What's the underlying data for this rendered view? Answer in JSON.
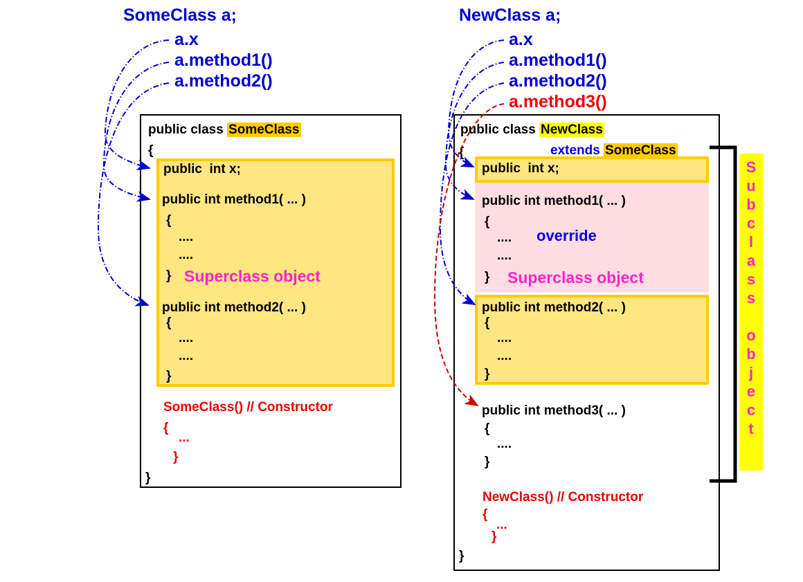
{
  "left_panel": {
    "declaration": "SomeClass a;",
    "usages": [
      {
        "text": "a.x",
        "color": "blue"
      },
      {
        "text": "a.method1()",
        "color": "blue"
      },
      {
        "text": "a.method2()",
        "color": "blue"
      }
    ],
    "class_header_prefix": "public class ",
    "class_name": "SomeClass",
    "open_brace": "{",
    "close_brace": "}",
    "members": [
      "public  int x;",
      "public int method1( ... )",
      "{",
      "....",
      "....",
      "}",
      "public int method2( ... )",
      "{",
      "....",
      "....",
      "}"
    ],
    "superclass_label": "Superclass object",
    "constructor": {
      "signature": "SomeClass() // Constructor",
      "open": "{",
      "body": "...",
      "close": "}"
    }
  },
  "right_panel": {
    "declaration": "NewClass a;",
    "usages": [
      {
        "text": "a.x",
        "color": "blue"
      },
      {
        "text": "a.method1()",
        "color": "blue"
      },
      {
        "text": "a.method2()",
        "color": "blue"
      },
      {
        "text": "a.method3()",
        "color": "red"
      }
    ],
    "class_header_prefix": "public class ",
    "class_name": "NewClass",
    "extends_keyword": "extends",
    "extends_target": "SomeClass",
    "open_brace": "{",
    "close_brace": "}",
    "field": "public  int x;",
    "method1": {
      "signature": "public int method1( ... )",
      "open": "{",
      "dots1": "....",
      "dots2": "....",
      "close": "}",
      "override_label": "override",
      "superclass_label": "Superclass object"
    },
    "method2": {
      "signature": "public int method2( ... )",
      "open": "{",
      "dots1": "....",
      "dots2": "....",
      "close": "}"
    },
    "method3": {
      "signature": "public int method3( ... )",
      "open": "{",
      "dots1": "....",
      "close": "}"
    },
    "constructor": {
      "signature": "NewClass() // Constructor",
      "open": "{",
      "body": "...",
      "close": "}"
    },
    "subclass_label": "Subclass object",
    "subclass_label_letters": [
      "S",
      "u",
      "b",
      "c",
      "l",
      "a",
      "s",
      "s",
      " ",
      "o",
      "b",
      "j",
      "e",
      "c",
      "t"
    ]
  },
  "colors": {
    "link_blue": "#0000d0",
    "accent_red": "#ee0000",
    "magenta": "#ff22cc",
    "highlight_gold": "#ffcc00",
    "highlight_yellow": "#ffff00",
    "block_yellow_fill": "#ffe680",
    "block_pink_fill": "#ffdde1"
  }
}
